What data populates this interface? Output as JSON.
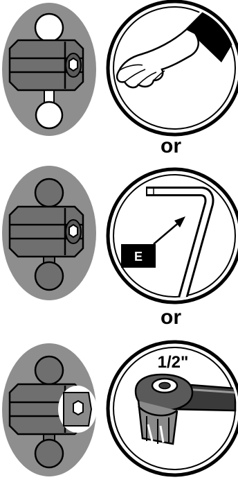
{
  "separators": {
    "or_1": "or",
    "or_2": "or"
  },
  "callout": {
    "letter": "E"
  },
  "wrench": {
    "size_label": "1/2\""
  },
  "colors": {
    "oval_fill": "#8e8e8e",
    "part_fill": "#6f6f6f",
    "line": "#000000",
    "badge_bg": "#000000",
    "badge_text": "#ffffff"
  },
  "icons": [
    "ball-mount-icon",
    "hand-icon",
    "hex-key-icon",
    "wrench-icon"
  ]
}
